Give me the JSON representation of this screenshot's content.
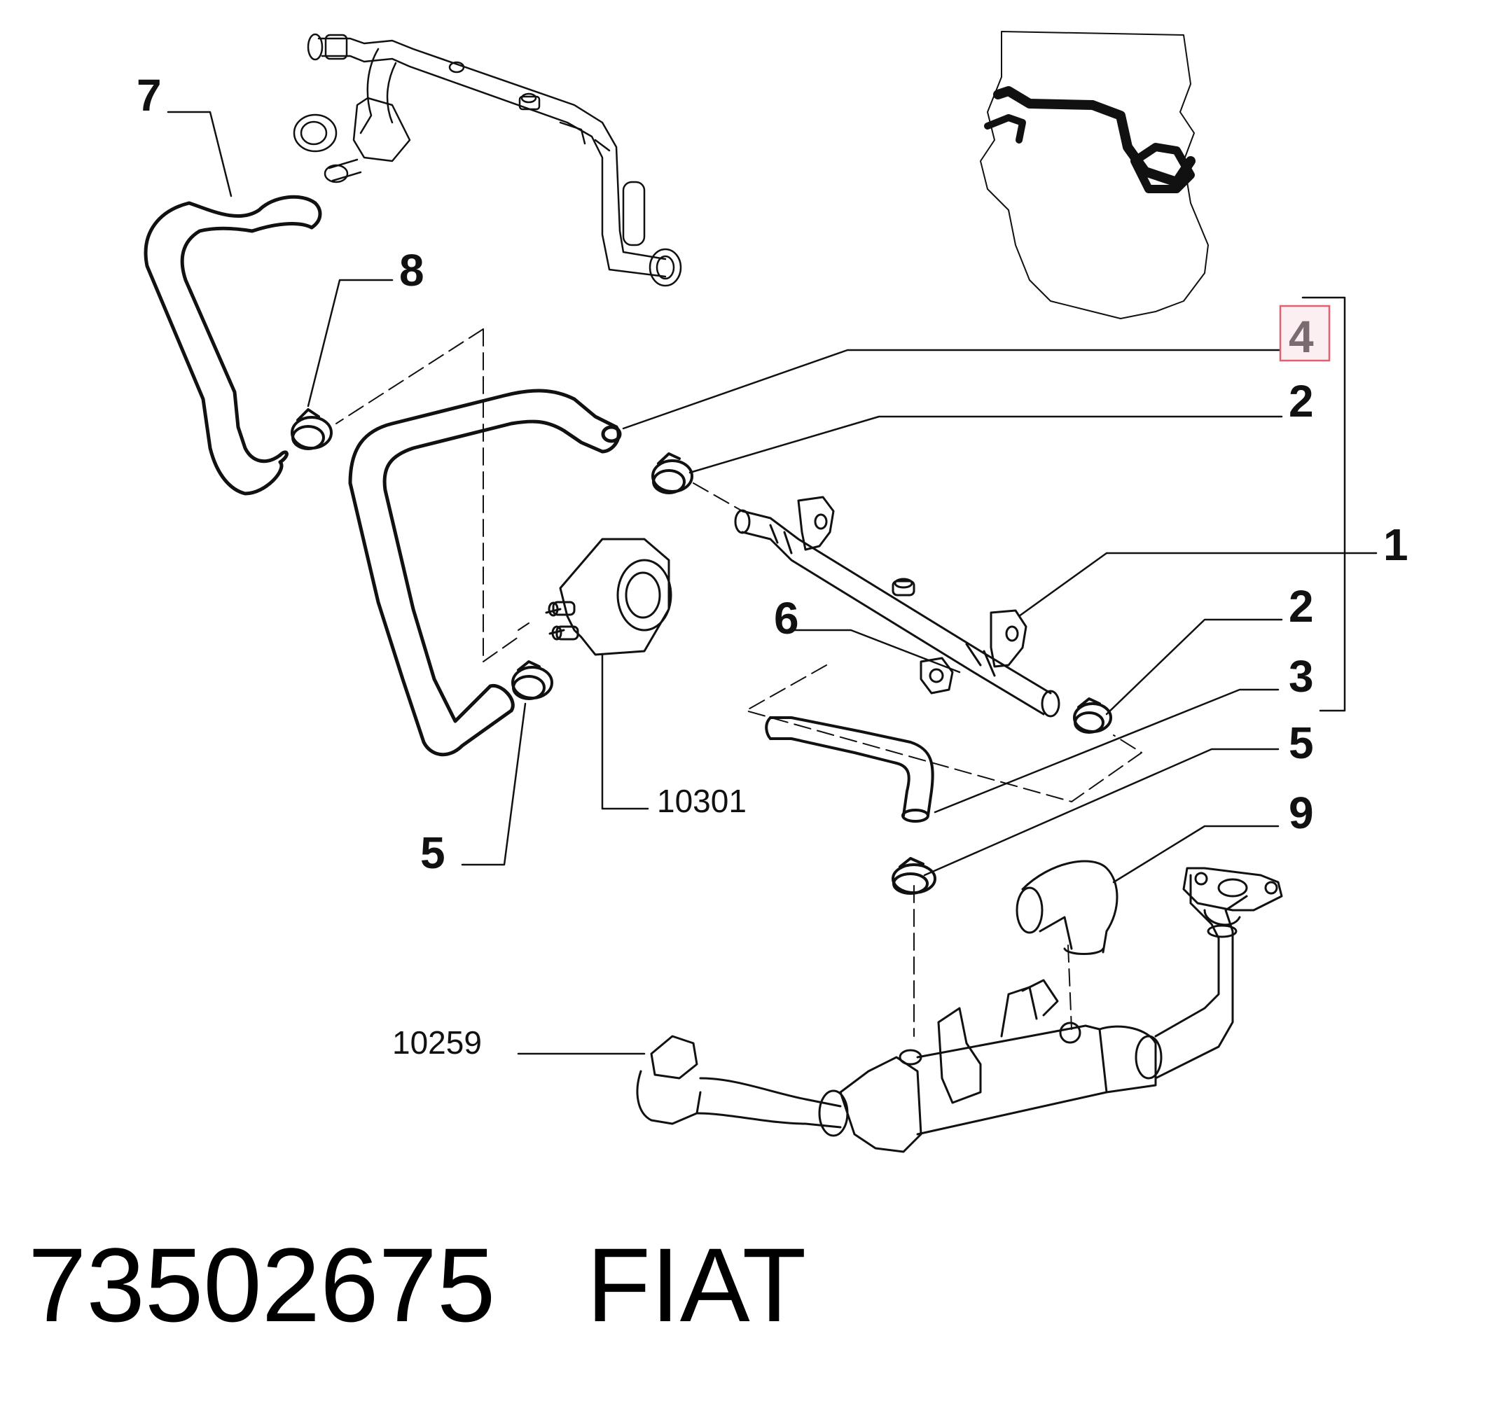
{
  "callouts": {
    "c7": "7",
    "c8": "8",
    "c4": "4",
    "c2a": "2",
    "c1": "1",
    "c6": "6",
    "c2b": "2",
    "c3": "3",
    "c5a": "5",
    "c5b": "5",
    "c9": "9"
  },
  "refs": {
    "oil_cooler": "10301",
    "exhaust": "10259"
  },
  "caption": {
    "part_number": "73502675",
    "brand": "FIAT"
  },
  "colors": {
    "highlight_border": "#e06070",
    "highlight_fill": "#fbeff2",
    "line": "#111111"
  }
}
